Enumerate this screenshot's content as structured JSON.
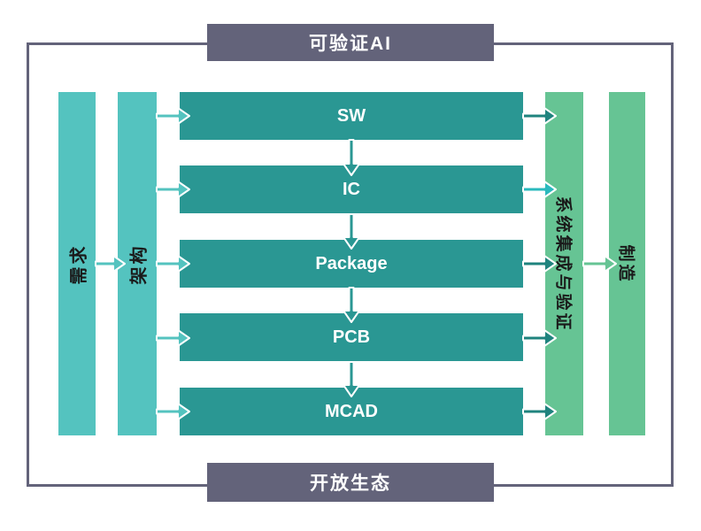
{
  "diagram": {
    "title_top": "可验证AI",
    "title_bottom": "开放生态",
    "left_columns": [
      {
        "label": "需求"
      },
      {
        "label": "架构"
      }
    ],
    "stages": [
      {
        "label": "SW"
      },
      {
        "label": "IC"
      },
      {
        "label": "Package"
      },
      {
        "label": "PCB"
      },
      {
        "label": "MCAD"
      }
    ],
    "right_columns": [
      {
        "label": "系统集成与验证"
      },
      {
        "label": "制造"
      }
    ],
    "colors": {
      "frame_slate": "#63637a",
      "left_column_turquoise": "#54c3bf",
      "stage_bar_teal": "#2a9793",
      "right_column_green": "#66c494",
      "arrow_dark_teal": "#1f837e",
      "arrow_bright_cyan": "#2ab9bd",
      "text_on_dark": "#ffffff",
      "text_on_column": "#1a1a1a"
    }
  }
}
